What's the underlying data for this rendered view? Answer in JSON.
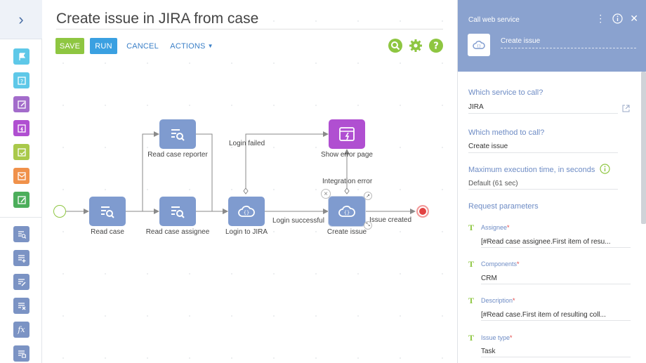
{
  "palette": {
    "toggle_glyph": "›",
    "items": [
      {
        "icon": "start-signal-icon",
        "color": "#5ec8e8"
      },
      {
        "icon": "user-question-icon",
        "color": "#5ec8e8"
      },
      {
        "icon": "edit-page-icon",
        "color": "#a36ccb"
      },
      {
        "icon": "auto-page-icon",
        "color": "#b04fd1"
      },
      {
        "icon": "check-page-icon",
        "color": "#a9c94a"
      },
      {
        "icon": "send-email-icon",
        "color": "#f0914a"
      },
      {
        "icon": "perform-task-icon",
        "color": "#4cae5b"
      },
      {
        "icon": "read-data-icon",
        "color": "#7b93c4"
      },
      {
        "icon": "add-data-icon",
        "color": "#7b93c4"
      },
      {
        "icon": "modify-data-icon",
        "color": "#7b93c4"
      },
      {
        "icon": "delete-data-icon",
        "color": "#7b93c4"
      },
      {
        "icon": "formula-icon",
        "color": "#7b93c4",
        "glyph": "fx"
      },
      {
        "icon": "call-subprocess-icon",
        "color": "#7b93c4"
      }
    ]
  },
  "header": {
    "title": "Create issue in JIRA from case",
    "buttons": {
      "save": "SAVE",
      "run": "RUN",
      "cancel": "CANCEL",
      "actions": "ACTIONS"
    }
  },
  "diagram": {
    "nodes": [
      {
        "label": "Read case reporter",
        "type": "read-data",
        "color": "#7f9bcf"
      },
      {
        "label": "Read case",
        "type": "read-data",
        "color": "#7f9bcf"
      },
      {
        "label": "Read case assignee",
        "type": "read-data",
        "color": "#7f9bcf"
      },
      {
        "label": "Login to JIRA",
        "type": "web-service",
        "color": "#7f9bcf"
      },
      {
        "label": "Show error page",
        "type": "auto-page",
        "color": "#b04fd1"
      },
      {
        "label": "Create issue",
        "type": "web-service",
        "color": "#7f9bcf"
      }
    ],
    "flow_labels": [
      "Login failed",
      "Login successful",
      "Integration error",
      "Issue created"
    ],
    "colors": {
      "start": "#8ec641",
      "end": "#e24343",
      "line": "#8a8a8a"
    }
  },
  "panel": {
    "type_title": "Call web service",
    "element_name": "Create issue",
    "fields": [
      {
        "label": "Which service to call?",
        "value": "JIRA"
      },
      {
        "label": "Which method to call?",
        "value": "Create issue"
      },
      {
        "label": "Maximum execution time, in seconds",
        "value": "Default (61 sec)"
      }
    ],
    "params_title": "Request parameters",
    "params": [
      {
        "label": "Assignee",
        "value": "[#Read case assignee.First item of resu..."
      },
      {
        "label": "Components",
        "value": "CRM"
      },
      {
        "label": "Description",
        "value": "[#Read case.First item of resulting coll..."
      },
      {
        "label": "Issue type",
        "value": "Task"
      }
    ],
    "required_mark": "*",
    "type_glyph": "T",
    "colors": {
      "header": "#8aa2cf",
      "label": "#6e8cc5"
    }
  }
}
